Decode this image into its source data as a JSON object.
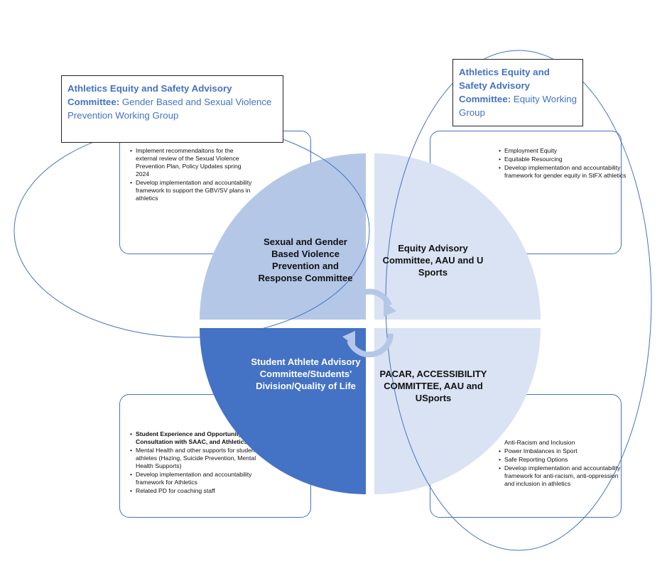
{
  "top_left_title": {
    "bold": "Athletics Equity and Safety Advisory Committee:",
    "rest": " Gender Based and Sexual Violence Prevention Working Group"
  },
  "top_right_title": {
    "bold": "Athletics Equity and Safety Advisory Committee:",
    "rest": " Equity Working Group"
  },
  "cards": {
    "top_left": [
      "Implement recommendaitons for the external review of the Sexual Violence Prevention Plan, Policy Updates spring 2024",
      "Develop implementation and accountability framework to support the GBV/SV plans in athletics"
    ],
    "top_right": [
      "Employment Equity",
      "Equitable Resourcing",
      "Develop implementation and accountability framework for gender equity in StFX athletics"
    ],
    "bottom_left_heading": "Student Experience and Opportunity Plan Consultation with SAAC, and Athletics:",
    "bottom_left": [
      "Mental Health and other supports for student athletes (Hazing, Suicide Prevention, Mental Health Supports)",
      "Develop implementation and accountability framework for Athletics",
      "Related PD for coaching staff"
    ],
    "bottom_right_first": "Anti-Racism and Inclusion",
    "bottom_right": [
      "Power Imbalances in Sport",
      "Safe Reporting Options",
      "Develop implementation and accountability framework for anti-racism, anti-oppression and inclusion in athletics"
    ]
  },
  "quadrants": {
    "top_left": "Sexual and Gender Based  Violence Prevention and Response Committee",
    "top_right": "Equity Advisory Committee, AAU and U Sports",
    "bottom_left": "Student Athlete Advisory Committee/Students' Division/Quality of Life",
    "bottom_right": "PACAR, ACCESSIBILITY COMMITTEE, AAU and USports"
  },
  "colors": {
    "accent": "#4472c4",
    "q_top_left": "#b4c7e7",
    "q_top_right": "#dae3f3",
    "q_bottom_left": "#4472c4",
    "q_bottom_right": "#dae3f3"
  }
}
